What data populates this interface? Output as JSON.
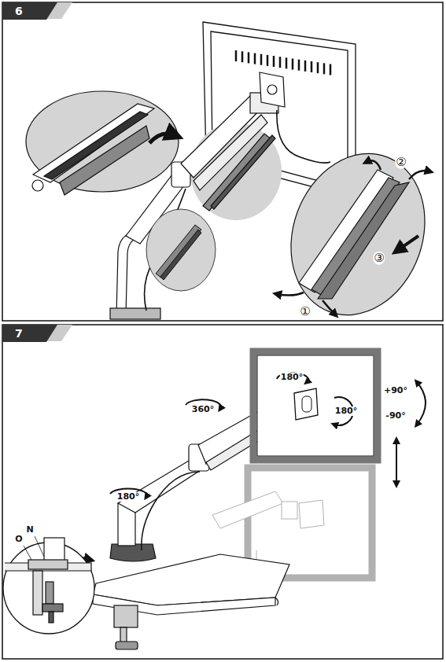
{
  "diagram": {
    "nodes": [
      {
        "text": [
          "6"
        ]
      },
      {
        "text": [
          "7"
        ]
      }
    ],
    "labels": [
      "②",
      "③",
      "①",
      "180°",
      "180°",
      "+90°",
      "-90°",
      "360°",
      "180°",
      "O",
      "N"
    ]
  }
}
